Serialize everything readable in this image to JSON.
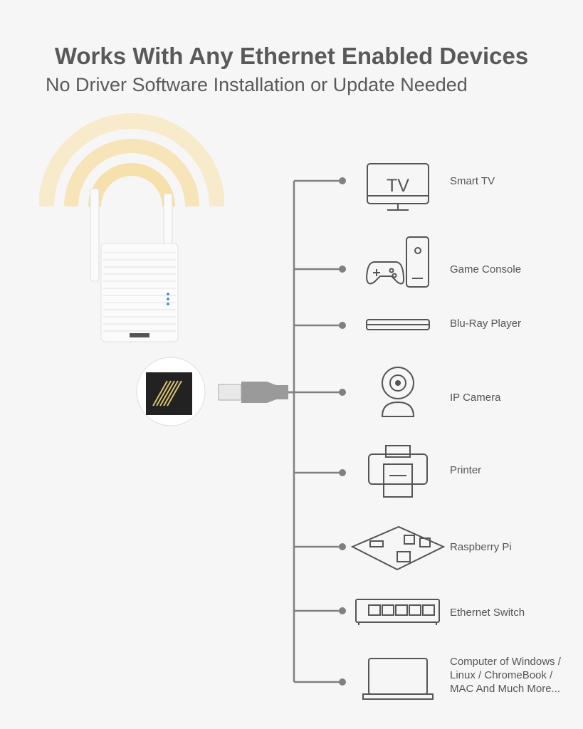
{
  "header": {
    "title": "Works With Any Ethernet Enabled Devices",
    "subtitle": "No Driver Software Installation or Update Needed"
  },
  "devices": [
    {
      "label": "Smart TV",
      "icon": "tv-icon",
      "icon_text": "TV"
    },
    {
      "label": "Game Console",
      "icon": "game-console-icon"
    },
    {
      "label": "Blu-Ray Player",
      "icon": "blu-ray-player-icon"
    },
    {
      "label": "IP Camera",
      "icon": "ip-camera-icon"
    },
    {
      "label": "Printer",
      "icon": "printer-icon"
    },
    {
      "label": "Raspberry Pi",
      "icon": "raspberry-pi-icon"
    },
    {
      "label": "Ethernet Switch",
      "icon": "ethernet-switch-icon"
    },
    {
      "label_lines": [
        "Computer of Windows /",
        "Linux / ChromeBook /",
        "MAC And Much More..."
      ],
      "icon": "laptop-icon"
    }
  ],
  "colors": {
    "background": "#f6f6f6",
    "line": "#808080",
    "text": "#555555",
    "glow": "#f7e3b0"
  }
}
